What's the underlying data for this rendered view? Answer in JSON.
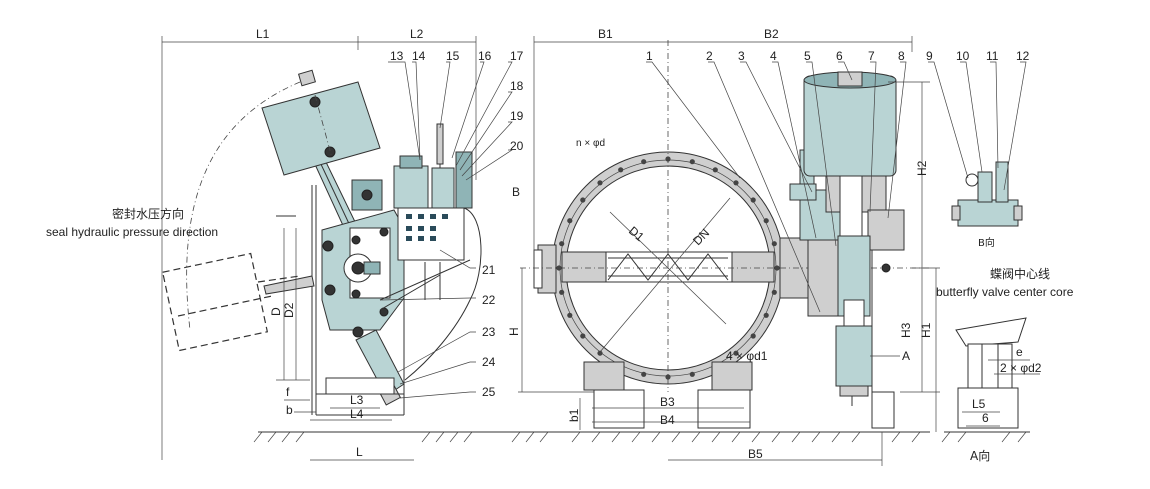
{
  "dimensions": {
    "L1": "L1",
    "L2": "L2",
    "B1": "B1",
    "B2": "B2",
    "H": "H",
    "H1": "H1",
    "H2": "H2",
    "H3": "H3",
    "D": "D",
    "D2": "D2",
    "D1": "D1",
    "DN": "DN",
    "L": "L",
    "L3": "L3",
    "L4": "L4",
    "L5": "L5",
    "B3": "B3",
    "B4": "B4",
    "B5": "B5",
    "b1": "b1",
    "b": "b",
    "f": "f",
    "e": "e",
    "six": "6",
    "A": "A",
    "B": "B",
    "bolt_holes": "n × φd",
    "holes_d1": "4 × φd1",
    "holes_d2": "2 × φd2"
  },
  "part_numbers": {
    "left": [
      "13",
      "14",
      "15",
      "16",
      "17",
      "18",
      "19",
      "20",
      "21",
      "22",
      "23",
      "24",
      "25"
    ],
    "right": [
      "1",
      "2",
      "3",
      "4",
      "5",
      "6",
      "7",
      "8",
      "9",
      "10",
      "11",
      "12"
    ]
  },
  "labels": {
    "seal_cn": "密封水压方向",
    "seal_en": "seal hydraulic pressure direction",
    "center_cn": "蝶阀中心线",
    "center_en": "butterfly valve center core",
    "view_b": "B向",
    "view_a": "A向"
  },
  "colors": {
    "teal": "#b9d4d4",
    "teal_dark": "#8fb4b6",
    "gray": "#cfcfcf",
    "line": "#333333"
  }
}
